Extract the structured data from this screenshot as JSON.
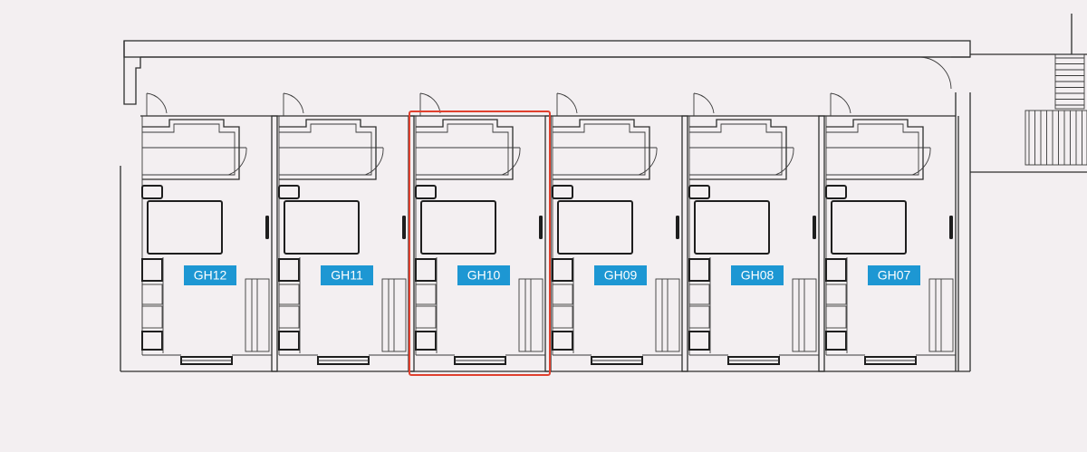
{
  "floorplan": {
    "rooms": [
      {
        "id": "GH12",
        "label": "GH12",
        "selected": false
      },
      {
        "id": "GH11",
        "label": "GH11",
        "selected": false
      },
      {
        "id": "GH10",
        "label": "GH10",
        "selected": true
      },
      {
        "id": "GH09",
        "label": "GH09",
        "selected": false
      },
      {
        "id": "GH08",
        "label": "GH08",
        "selected": false
      },
      {
        "id": "GH07",
        "label": "GH07",
        "selected": false
      }
    ],
    "colors": {
      "label_background": "#1d97d3",
      "label_text": "#ffffff",
      "selection_outline": "#e0402e",
      "line": "#2e2e2e",
      "background": "#f3eff1"
    }
  }
}
